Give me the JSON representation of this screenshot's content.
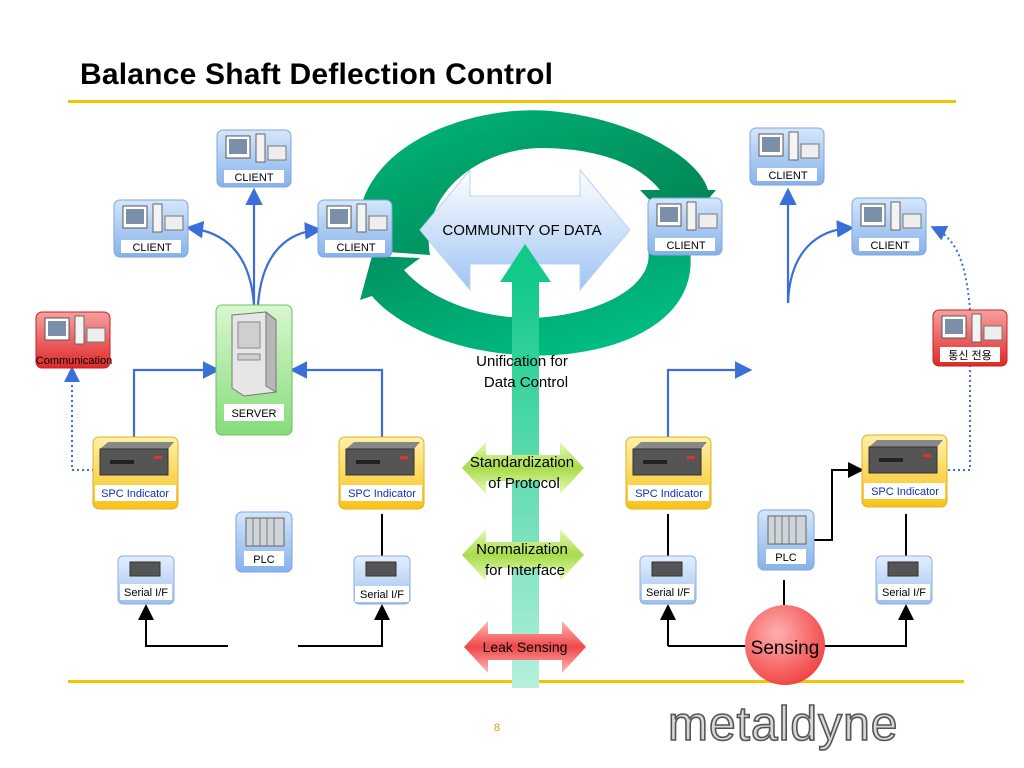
{
  "title": "Balance Shaft Deflection Control",
  "page_number": "8",
  "brand": "metaldyne",
  "center": {
    "community": "COMMUNITY OF DATA",
    "unification": [
      "Unification for",
      "Data Control"
    ],
    "standardization": [
      "Standardization",
      "of Protocol"
    ],
    "normalization": [
      "Normalization",
      "for Interface"
    ],
    "leak_sensing": "Leak Sensing"
  },
  "left": {
    "clients": [
      "CLIENT",
      "CLIENT",
      "CLIENT"
    ],
    "server": "SERVER",
    "communication": "Communication",
    "spc_indicators": [
      "SPC Indicator",
      "SPC Indicator"
    ],
    "plc": "PLC",
    "serial_if": [
      "Serial I/F",
      "Serial I/F"
    ]
  },
  "right": {
    "clients": [
      "CLIENT",
      "CLIENT",
      "CLIENT"
    ],
    "communication": "통신 전용",
    "spc_indicators": [
      "SPC Indicator",
      "SPC Indicator"
    ],
    "plc": "PLC",
    "serial_if": [
      "Serial I/F",
      "Serial I/F"
    ],
    "sensing": "Sensing"
  },
  "colors": {
    "gold_rule": "#f5c400",
    "cycle_green": "#00a86b",
    "blue_arrow": "#3a6fd8",
    "red_box": "#e83030",
    "client_box": "#a8c8f0",
    "spc_box": "#ffd24d",
    "server_box": "#a8e8a0"
  }
}
